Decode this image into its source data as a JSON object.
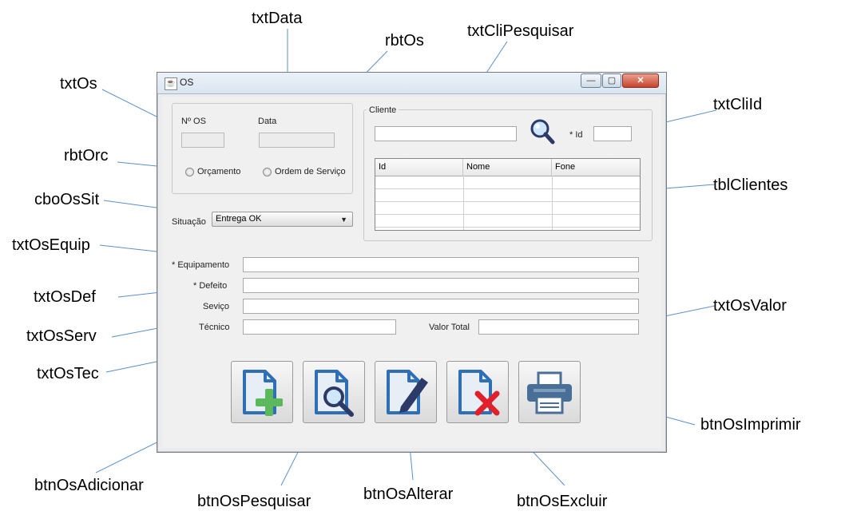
{
  "window": {
    "title": "OS",
    "buttons": {
      "minimize": "—",
      "maximize": "▢",
      "close": "✕"
    }
  },
  "os_group": {
    "num_label": "Nº OS",
    "date_label": "Data",
    "num_value": "",
    "date_value": "",
    "radio_orcamento": "Orçamento",
    "radio_ordem": "Ordem de Serviço"
  },
  "situacao": {
    "label": "Situação",
    "selected": "Entrega OK"
  },
  "cliente": {
    "group_label": "Cliente",
    "search_value": "",
    "id_label": "* Id",
    "id_value": "",
    "table": {
      "columns": [
        "Id",
        "Nome",
        "Fone"
      ],
      "rows": [
        [
          "",
          "",
          ""
        ],
        [
          "",
          "",
          ""
        ],
        [
          "",
          "",
          ""
        ],
        [
          "",
          "",
          ""
        ]
      ]
    }
  },
  "form": {
    "equipamento_label": "* Equipamento",
    "defeito_label": "* Defeito",
    "servico_label": "Seviço",
    "tecnico_label": "Técnico",
    "valor_label": "Valor Total",
    "equipamento_value": "",
    "defeito_value": "",
    "servico_value": "",
    "tecnico_value": "",
    "valor_value": ""
  },
  "buttons": {
    "adicionar_icon": "file-add-icon",
    "pesquisar_icon": "file-search-icon",
    "alterar_icon": "file-edit-icon",
    "excluir_icon": "file-delete-icon",
    "imprimir_icon": "printer-icon"
  },
  "annotations": {
    "txtData": "txtData",
    "rbtOs": "rbtOs",
    "txtCliPesquisar": "txtCliPesquisar",
    "txtOs": "txtOs",
    "txtCliId": "txtCliId",
    "rbtOrc": "rbtOrc",
    "cboOsSit": "cboOsSit",
    "tblClientes": "tblClientes",
    "txtOsEquip": "txtOsEquip",
    "txtOsDef": "txtOsDef",
    "txtOsValor": "txtOsValor",
    "txtOsServ": "txtOsServ",
    "txtOsTec": "txtOsTec",
    "btnOsImprimir": "btnOsImprimir",
    "btnOsAdicionar": "btnOsAdicionar",
    "btnOsPesquisar": "btnOsPesquisar",
    "btnOsAlterar": "btnOsAlterar",
    "btnOsExcluir": "btnOsExcluir"
  },
  "colors": {
    "accent_blue": "#2e6fb6",
    "add_green": "#5cb85c",
    "delete_red": "#e0202a",
    "navy": "#2b3a67"
  }
}
